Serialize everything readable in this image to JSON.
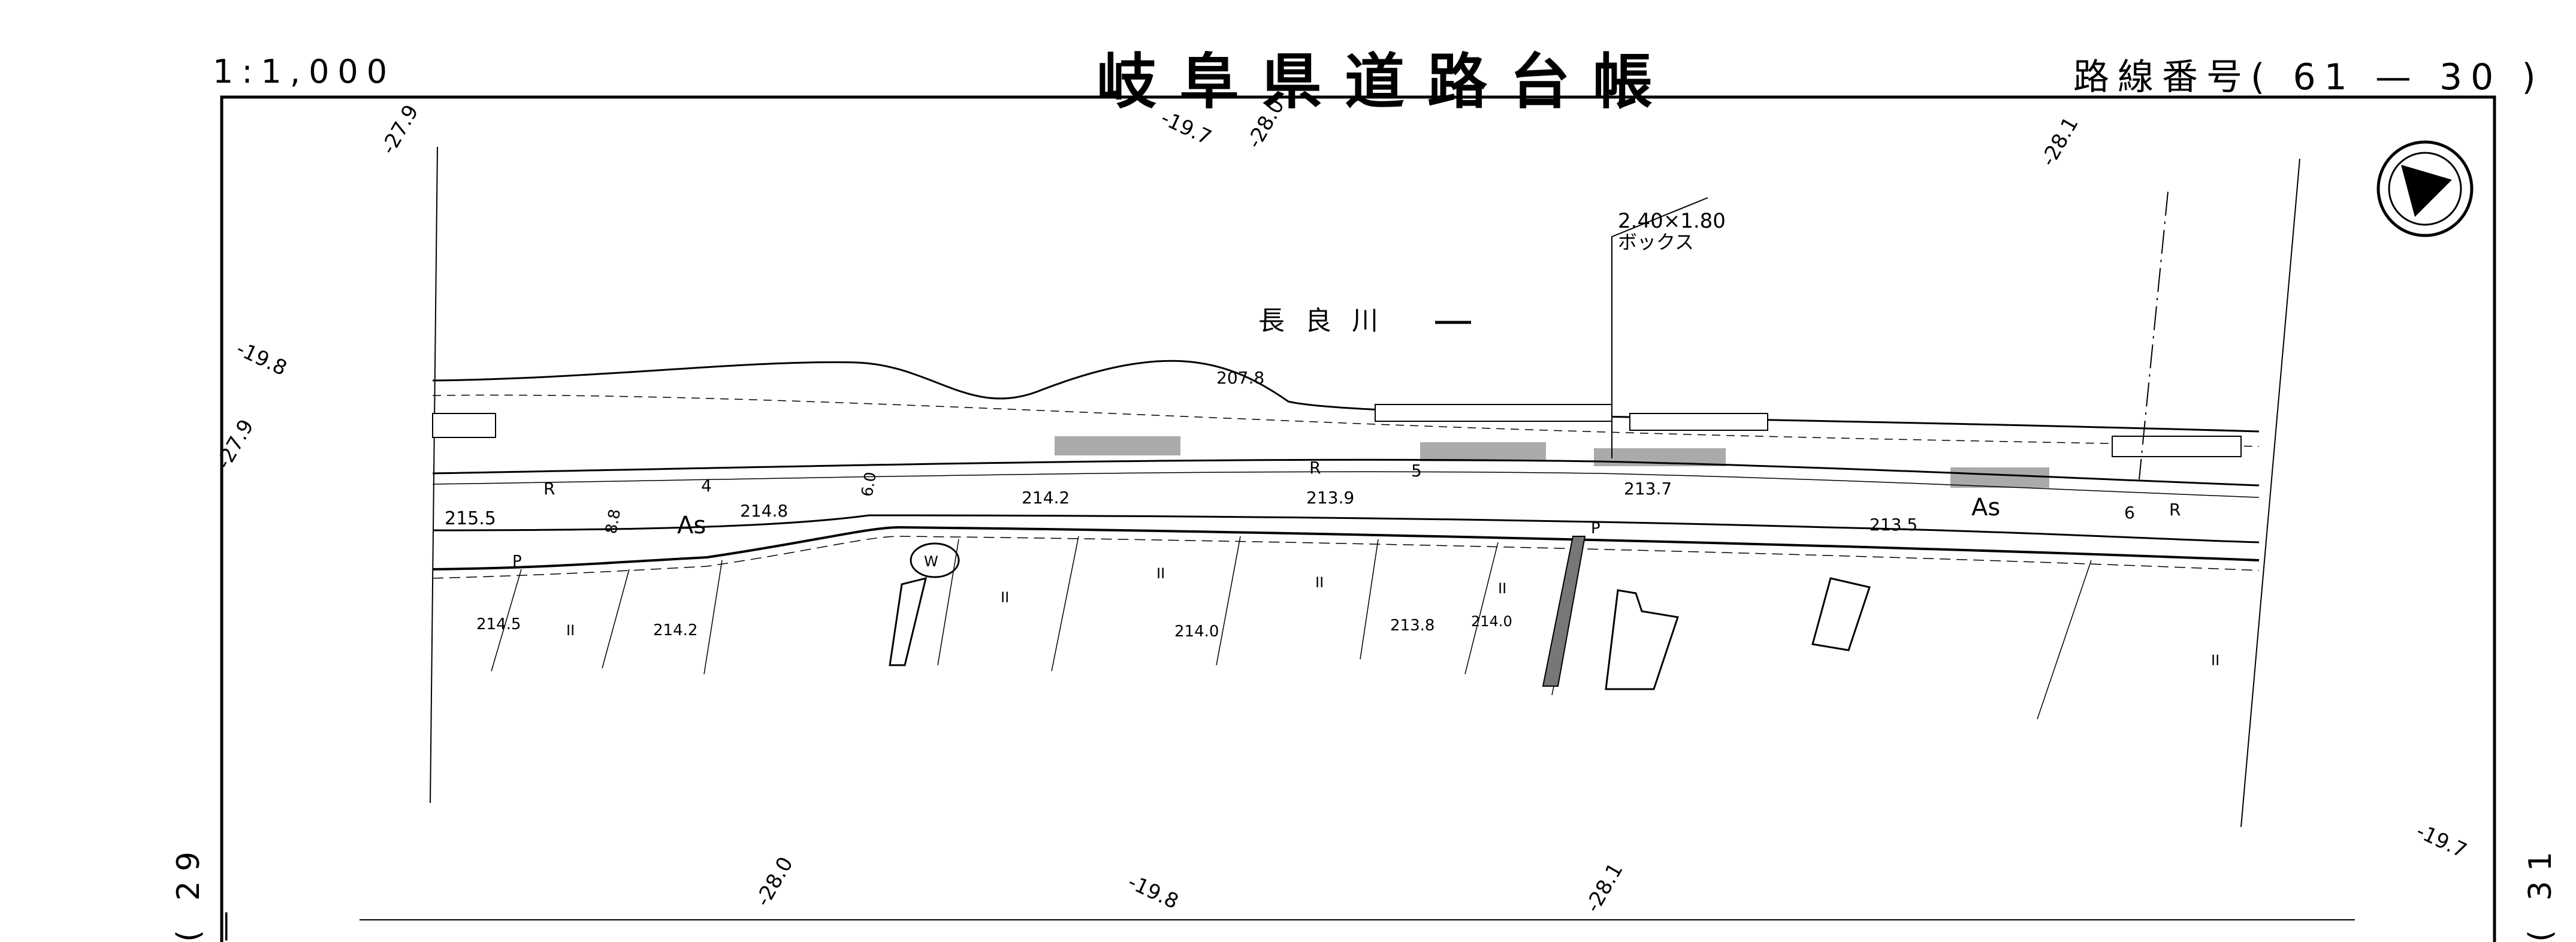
{
  "header": {
    "scale": "1:1,000",
    "title": "岐阜県道路台帳",
    "route_number": "路線番号( 61 — 30 )"
  },
  "edges": {
    "left_sheet": "( 29 —",
    "right_sheet": "( 31 —"
  },
  "map": {
    "river_name": "長 良 川",
    "box_culvert": {
      "size": "2.40×1.80",
      "name": "ボックス"
    },
    "surface_labels": [
      "As",
      "As"
    ],
    "road_labels": [
      "R",
      "R",
      "R",
      "P",
      "P",
      "W"
    ],
    "station_numbers": [
      "4",
      "5",
      "6"
    ],
    "widths": [
      "8.8",
      "6.0"
    ],
    "elevations": [
      "215.5",
      "214.8",
      "214.2",
      "213.9",
      "213.7",
      "213.5",
      "207.8",
      "214.5",
      "214.2",
      "214.0",
      "213.8",
      "214.0"
    ],
    "grid_numbers": {
      "top": [
        "-27.9",
        "-19.7",
        "-28.0",
        "-28.1"
      ],
      "left": [
        "-19.8",
        "-27.9"
      ],
      "bottom": [
        "-28.0",
        "-19.8",
        "-28.1",
        "-19.7"
      ]
    },
    "land_marks": [
      "II",
      "II",
      "II",
      "II",
      "II",
      "II"
    ],
    "north_arrow": "north-arrow-icon"
  }
}
